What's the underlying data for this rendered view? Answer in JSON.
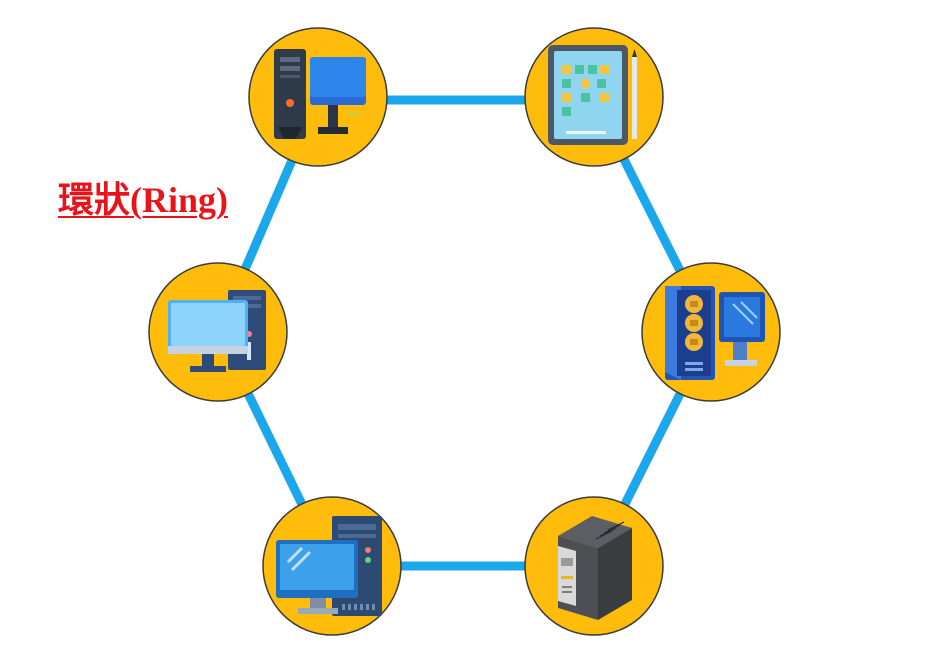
{
  "title": {
    "text": "環狀(Ring)"
  },
  "colors": {
    "link": "#1aa7ec",
    "node_fill": "#ffbc0a",
    "node_stroke": "#3b3b3b",
    "title": "#e8141b"
  },
  "nodes": [
    {
      "name": "desktop-tower-monitor",
      "icon": "desktop-computer-icon"
    },
    {
      "name": "tablet",
      "icon": "tablet-icon"
    },
    {
      "name": "gaming-pc",
      "icon": "gaming-pc-icon"
    },
    {
      "name": "server-tower",
      "icon": "server-tower-icon"
    },
    {
      "name": "workstation",
      "icon": "workstation-icon"
    },
    {
      "name": "all-in-one-pc",
      "icon": "pc-monitor-icon"
    }
  ]
}
